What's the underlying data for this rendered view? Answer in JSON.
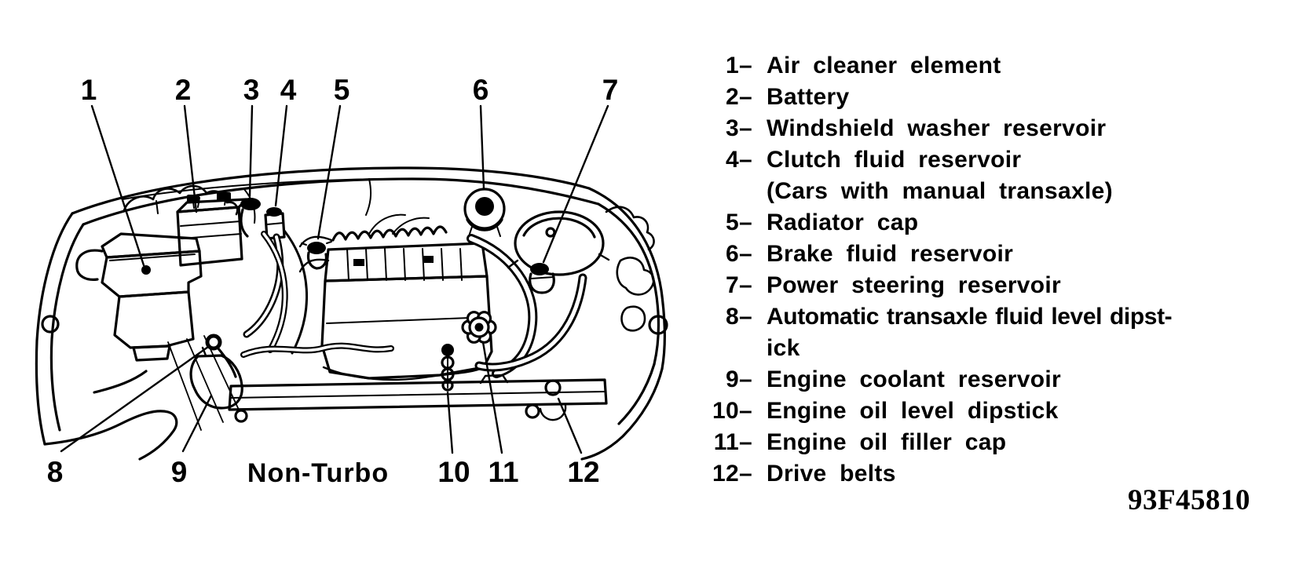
{
  "figure": {
    "caption": "Non-Turbo",
    "code": "93F45810",
    "callouts": [
      "1",
      "2",
      "3",
      "4",
      "5",
      "6",
      "7",
      "8",
      "9",
      "10",
      "11",
      "12"
    ]
  },
  "legend": {
    "items": [
      {
        "ref": "1–",
        "label": "Air cleaner element"
      },
      {
        "ref": "2–",
        "label": "Battery"
      },
      {
        "ref": "3–",
        "label": "Windshield washer reservoir"
      },
      {
        "ref": "4–",
        "label": "Clutch fluid reservoir",
        "note": "(Cars with manual transaxle)"
      },
      {
        "ref": "5–",
        "label": "Radiator cap"
      },
      {
        "ref": "6–",
        "label": "Brake fluid reservoir"
      },
      {
        "ref": "7–",
        "label": "Power steering reservoir"
      },
      {
        "ref": "8–",
        "label": "Automatic transaxle fluid level dipst-",
        "note": "ick"
      },
      {
        "ref": "9–",
        "label": "Engine coolant reservoir"
      },
      {
        "ref": "10–",
        "label": "Engine oil level dipstick"
      },
      {
        "ref": "11–",
        "label": "Engine oil filler cap"
      },
      {
        "ref": "12–",
        "label": "Drive belts"
      }
    ]
  }
}
